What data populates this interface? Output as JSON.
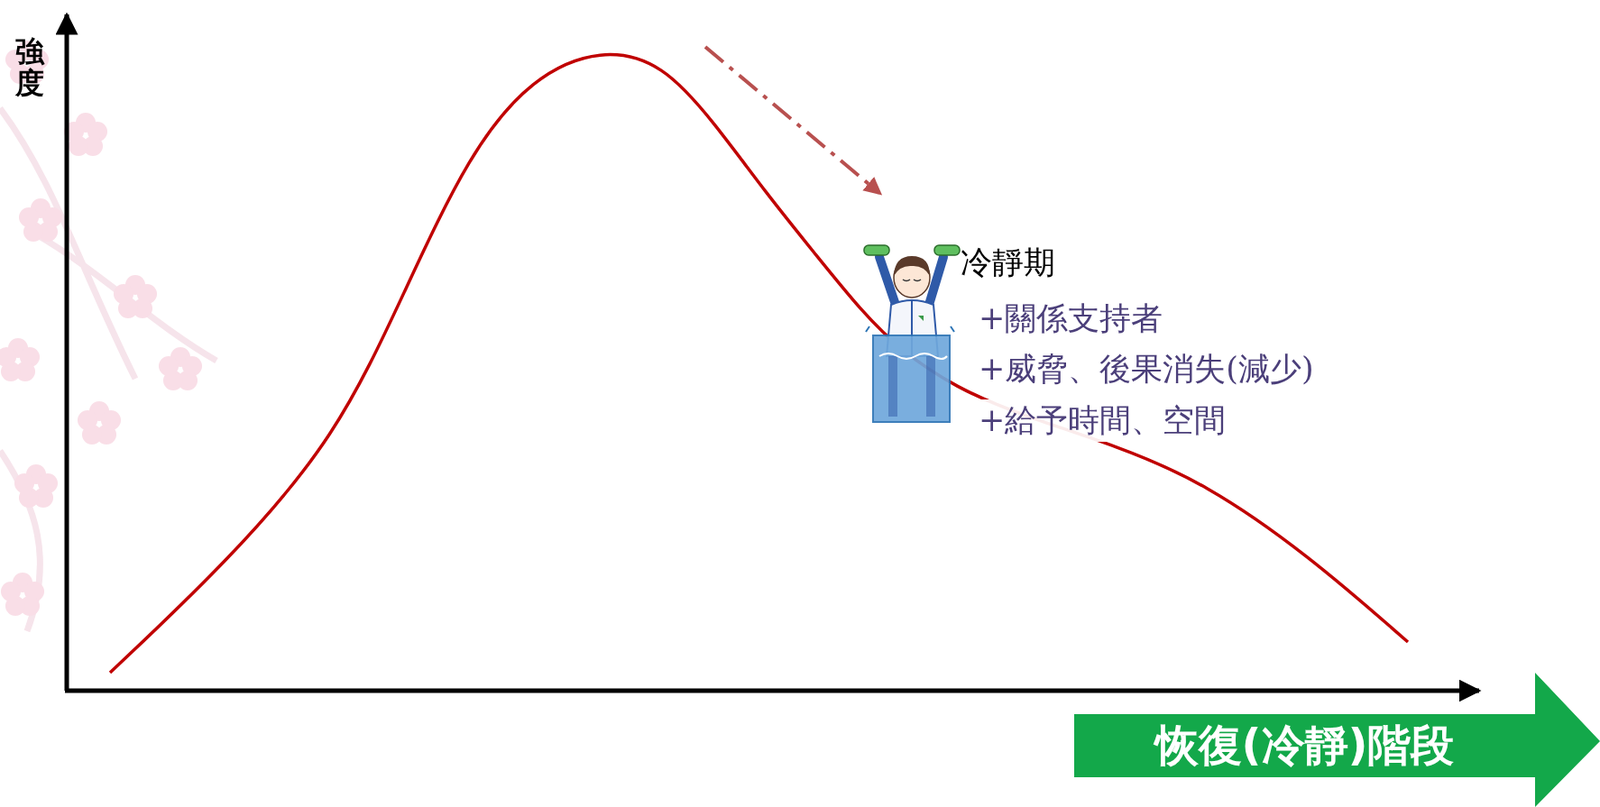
{
  "diagram": {
    "nodes": [
      {
        "text": [
          "恢復(冷靜)階段"
        ]
      }
    ],
    "labels": [
      "強度",
      "冷靜期",
      "+關係支持者",
      "+威脅、後果消失(減少)",
      "+給予時間、空間"
    ]
  }
}
